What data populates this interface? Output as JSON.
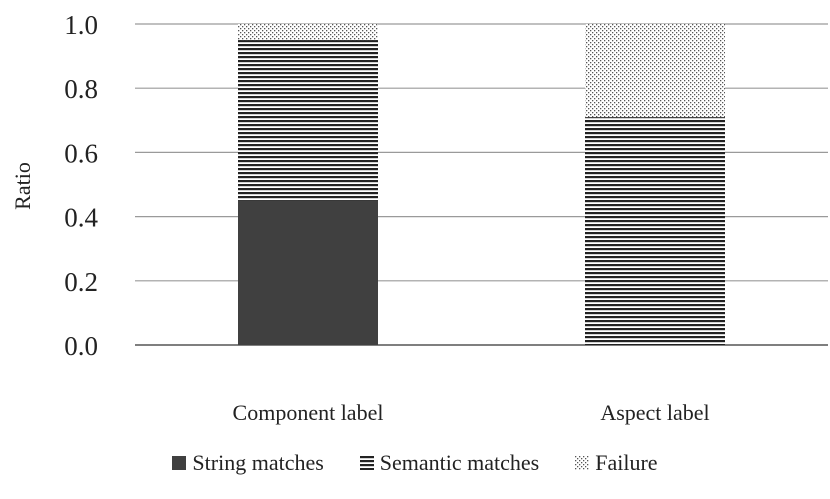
{
  "chart_data": {
    "type": "bar",
    "stacked": true,
    "categories": [
      "Component label",
      "Aspect label"
    ],
    "series": [
      {
        "name": "String matches",
        "values": [
          0.45,
          0.0
        ],
        "pattern": "solid",
        "color": "#404040"
      },
      {
        "name": "Semantic matches",
        "values": [
          0.5,
          0.71
        ],
        "pattern": "horizontal-lines",
        "color": "#222222"
      },
      {
        "name": "Failure",
        "values": [
          0.05,
          0.29
        ],
        "pattern": "dots",
        "color": "#555555"
      }
    ],
    "title": "",
    "xlabel": "",
    "ylabel": "Ratio",
    "ylim": [
      0,
      1.0
    ],
    "yticks": [
      "0.0",
      "0.2",
      "0.4",
      "0.6",
      "0.8",
      "1.0"
    ],
    "grid": true,
    "legend_position": "bottom"
  }
}
